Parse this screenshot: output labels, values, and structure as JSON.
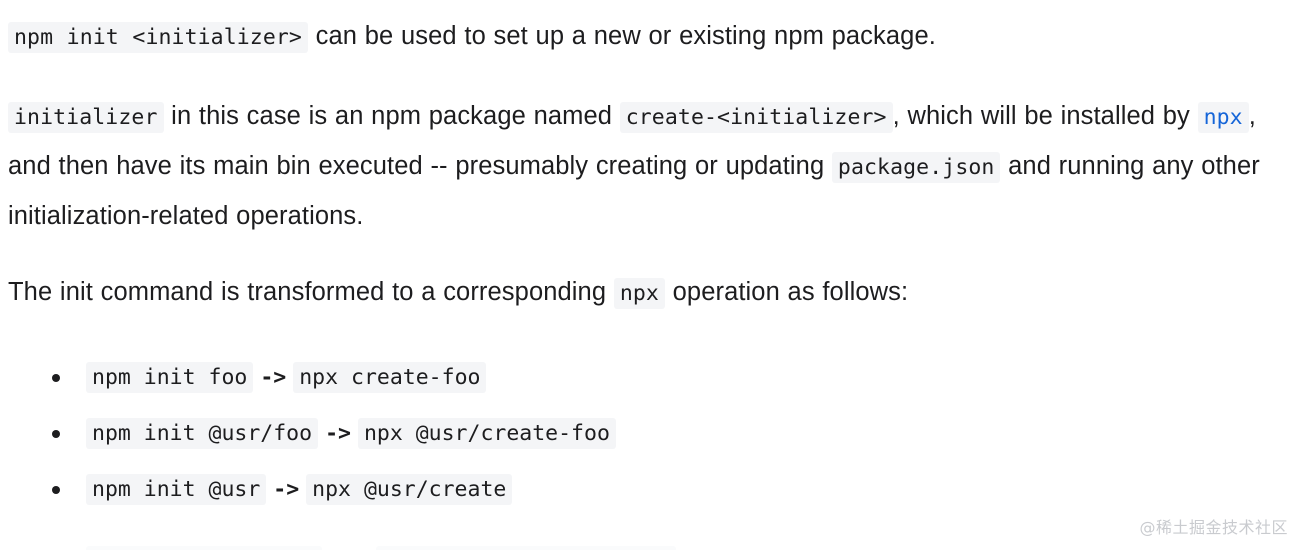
{
  "document": {
    "paragraphs": [
      {
        "id": "p1",
        "segments": [
          {
            "type": "code",
            "text": "npm init <initializer>"
          },
          {
            "type": "text",
            "text": " can be used to set up a new or existing npm package."
          }
        ]
      },
      {
        "id": "p2",
        "segments": [
          {
            "type": "code",
            "text": "initializer"
          },
          {
            "type": "text",
            "text": " in this case is an npm package named "
          },
          {
            "type": "code",
            "text": "create-<initializer>"
          },
          {
            "type": "text",
            "text": ", which will be installed by "
          },
          {
            "type": "code-link",
            "text": "npx"
          },
          {
            "type": "text",
            "text": ", and then have its main bin executed -- presumably creating or updating "
          },
          {
            "type": "code",
            "text": "package.json"
          },
          {
            "type": "text",
            "text": " and running any other initialization-related operations."
          }
        ]
      },
      {
        "id": "p3",
        "segments": [
          {
            "type": "text",
            "text": "The init command is transformed to a corresponding "
          },
          {
            "type": "code",
            "text": "npx"
          },
          {
            "type": "text",
            "text": " operation as follows:"
          }
        ]
      }
    ],
    "bullets": [
      {
        "left_code": "npm init foo",
        "arrow": "->",
        "right_code": "npx create-foo"
      },
      {
        "left_code": "npm init @usr/foo",
        "arrow": "->",
        "right_code": "npx @usr/create-foo"
      },
      {
        "left_code": "npm init @usr",
        "arrow": "->",
        "right_code": "npx @usr/create"
      }
    ],
    "watermark": "@稀土掘金技术社区",
    "colors": {
      "text": "#1d1d1f",
      "code_background": "#f4f5f7",
      "link": "#1565d8",
      "watermark": "#c9cbcf",
      "page_background": "#ffffff"
    }
  }
}
